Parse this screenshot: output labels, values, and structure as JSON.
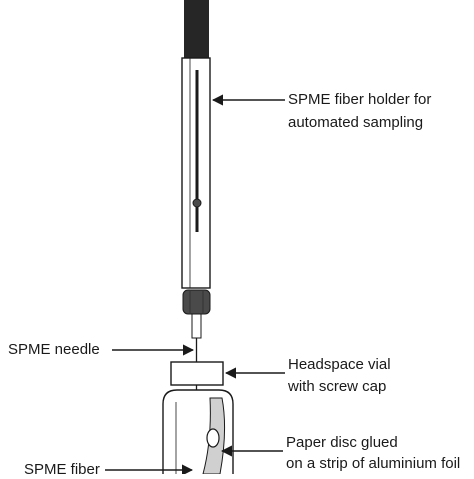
{
  "labels": {
    "holder_line1": "SPME fiber holder for",
    "holder_line2": "automated sampling",
    "needle": "SPME needle",
    "vial_line1": "Headspace vial",
    "vial_line2": "with screw cap",
    "disc_line1": "Paper disc glued",
    "disc_line2": "on a strip of aluminium foil",
    "fiber": "SPME fiber"
  },
  "colors": {
    "ink": "#1a1a1a",
    "rod": "#262626",
    "knurl": "#4a4a4a",
    "foil": "#d0d0d0"
  }
}
